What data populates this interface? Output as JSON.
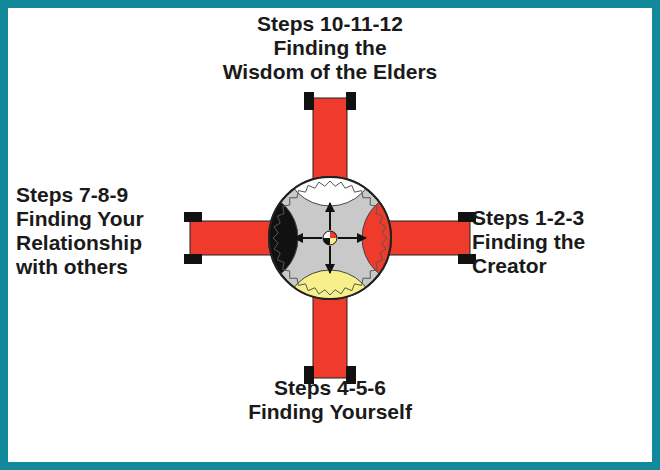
{
  "diagram": {
    "labels": [
      "Steps 10-11-12 Finding the Wisdom of the Elders",
      "Steps 7-8-9 Finding Your Relationship with others",
      "Steps 1-2-3 Finding the Creator",
      "Steps 4-5-6 Finding Yourself"
    ]
  }
}
